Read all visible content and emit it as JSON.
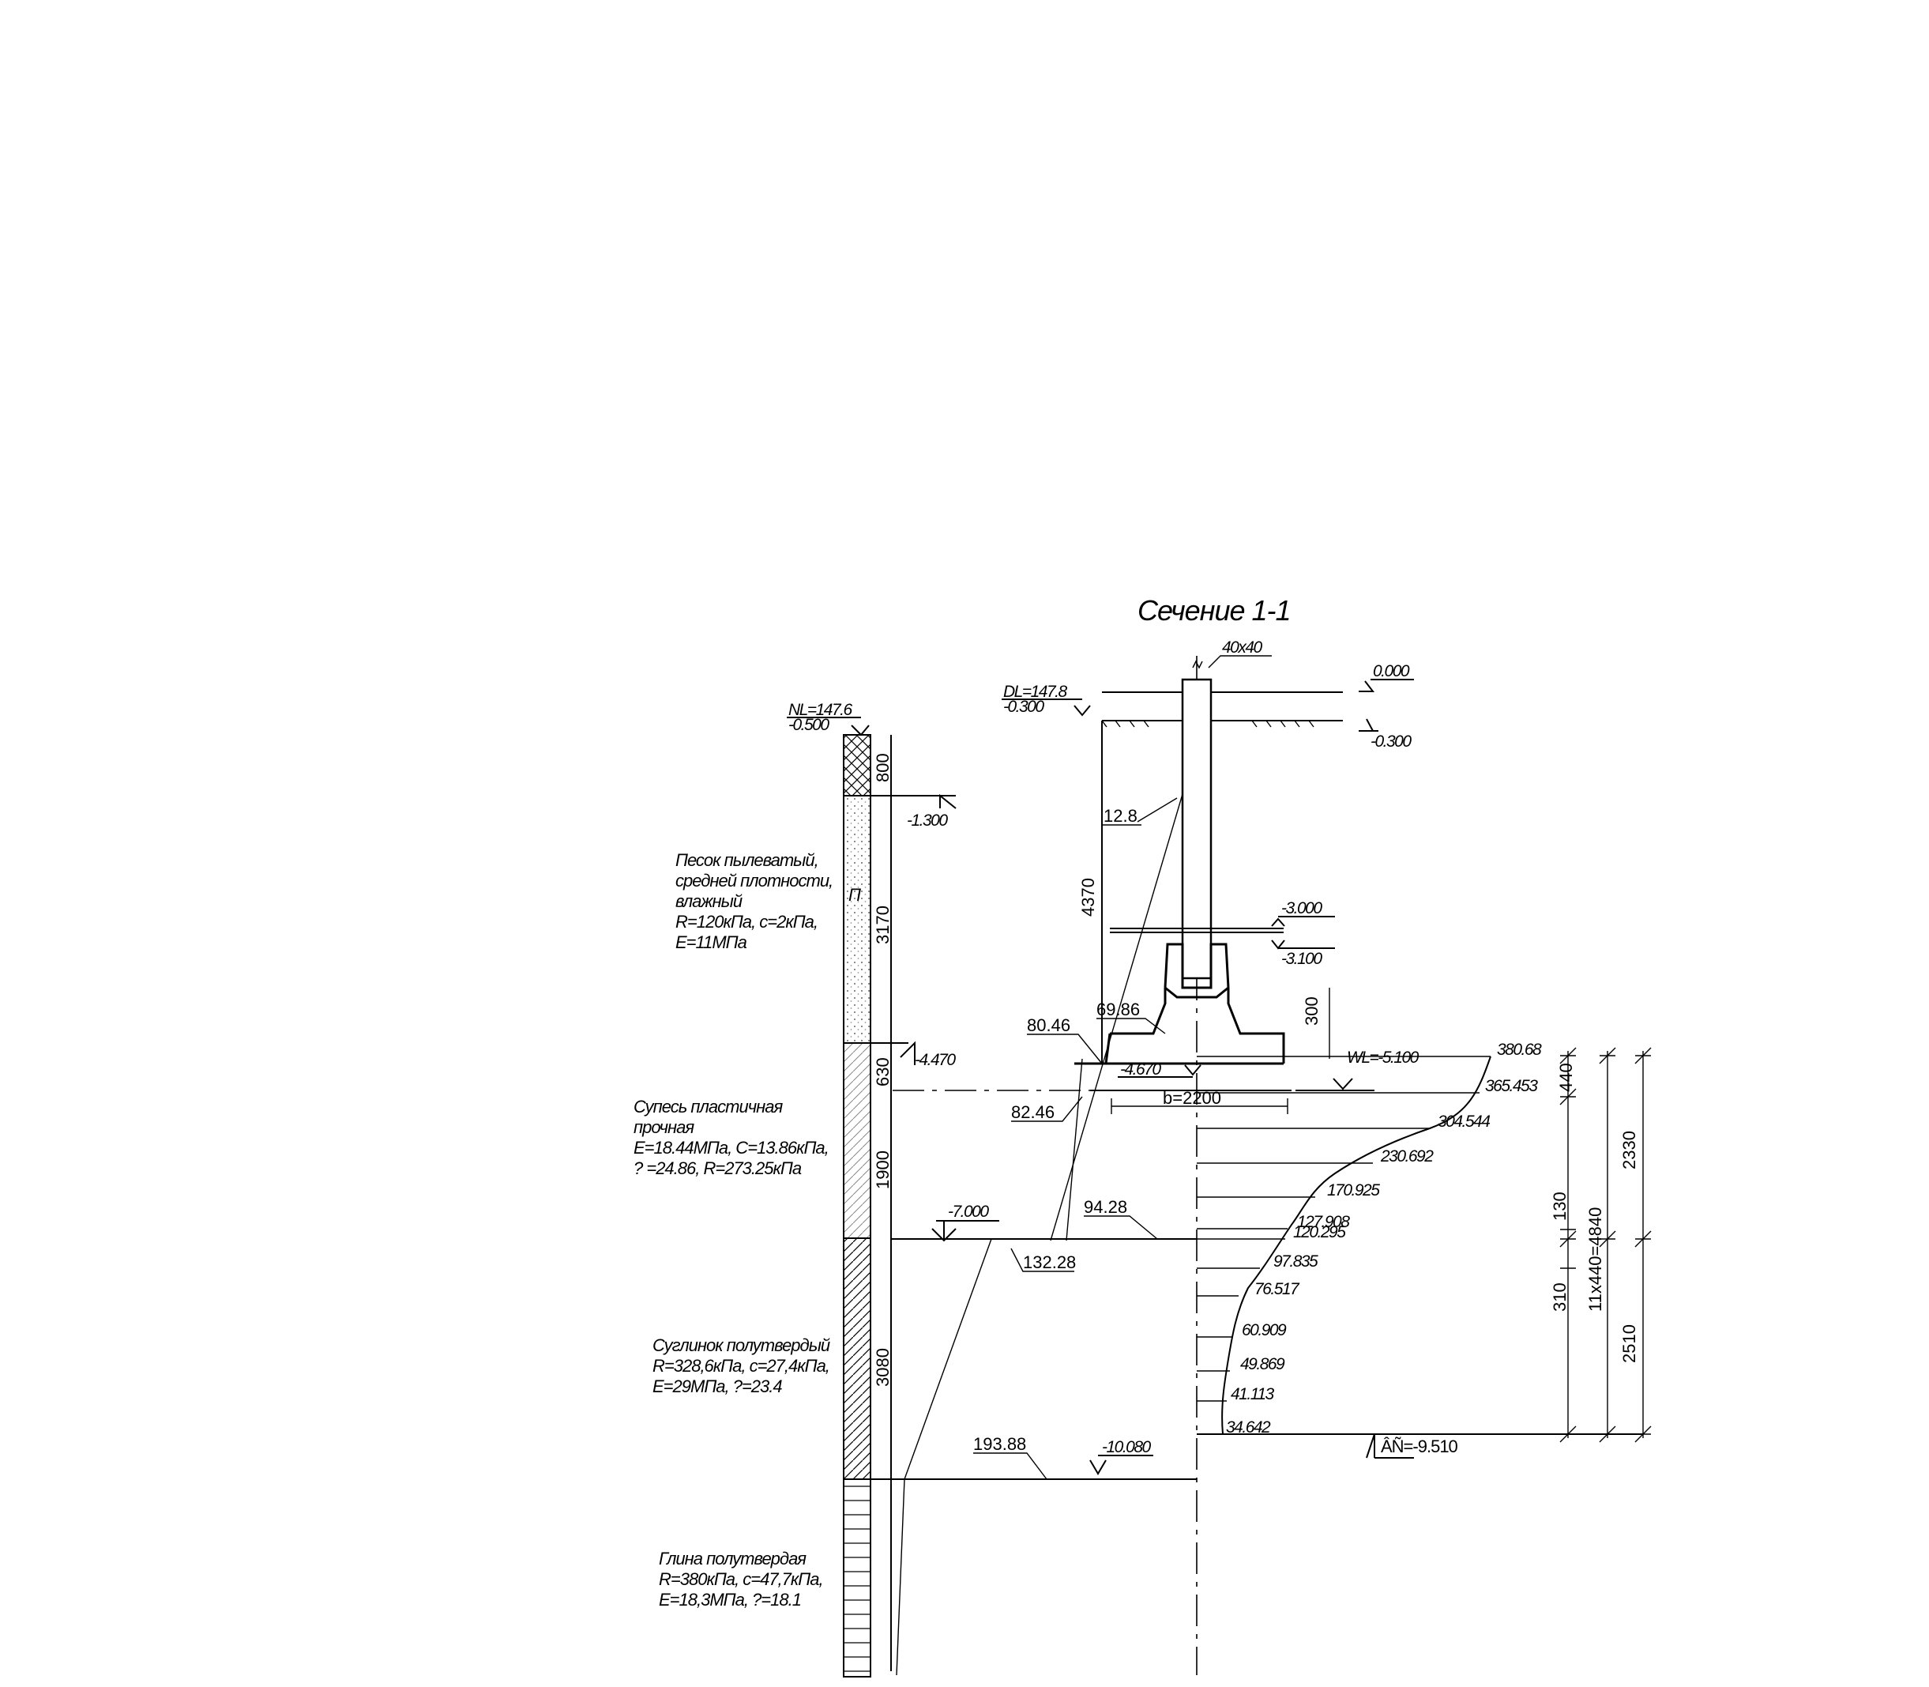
{
  "title": "Сечение 1-1",
  "column_label": "40x40",
  "top_marks": {
    "dl_label": "DL=147.8",
    "dl_level": "-0.300",
    "nl_label": "NL=147.6",
    "nl_level": "-0.500",
    "zero": "0.000",
    "right_level": "-0.300"
  },
  "levels": {
    "l1300": "-1.300",
    "l3000": "-3.000",
    "l3100": "-3.100",
    "l4470": "-4.470",
    "l4670": "-4.670",
    "wl": "WL=-5.100",
    "l7000": "-7.000",
    "l10080": "-10.080",
    "bc": "ÂÑ=-9.510"
  },
  "layers": [
    {
      "thickness": "800"
    },
    {
      "thickness": "3170",
      "name": "Песок пылеватый,",
      "l2": "средней плотности,",
      "l3": "влажный",
      "l4": "R=120кПа, с=2кПа,",
      "l5": "E=11МПа"
    },
    {
      "thickness": "630"
    },
    {
      "thickness": "1900",
      "name": "Супесь пластичная",
      "l2": "прочная",
      "l3": "E=18.44МПа, С=13.86кПа,",
      "l4": "? =24.86, R=273.25кПа"
    },
    {
      "thickness": "3080",
      "name": "Суглинок полутвердый",
      "l2": "R=328,6кПа, с=27,4кПа,",
      "l3": "E=29МПа, ?=23.4"
    },
    {
      "name": "Глина полутвердая",
      "l2": "R=380кПа, с=47,7кПа,",
      "l3": "E=18,3МПа, ?=18.1"
    }
  ],
  "legend_symbol": "П",
  "soil_pressure": {
    "p1": "12.8",
    "p2": "80.46",
    "p3": "69.86",
    "p4": "82.46",
    "p5": "94.28",
    "p6": "132.28",
    "p7": "193.88"
  },
  "dims": {
    "d4370": "4370",
    "d300": "300",
    "b": "b=2200",
    "d440": "440",
    "d2330": "2330",
    "d130": "130",
    "d4840": "11x440=4840",
    "d310": "310",
    "d2510": "2510"
  },
  "stress": [
    "380.68",
    "365.453",
    "304.544",
    "230.692",
    "170.925",
    "127.908",
    "120.295",
    "97.835",
    "76.517",
    "60.909",
    "49.869",
    "41.113",
    "34.642"
  ]
}
